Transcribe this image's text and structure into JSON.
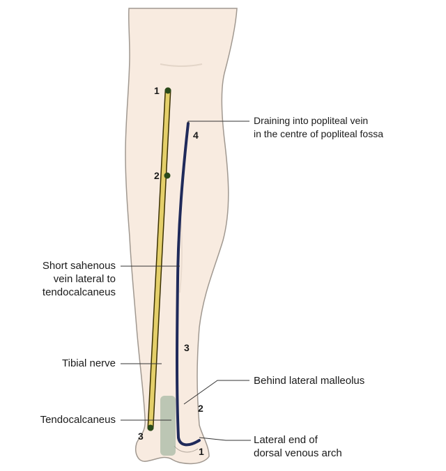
{
  "labels": {
    "drain_line1": "Draining into popliteal vein",
    "drain_line2": "in the centre of popliteal fossa",
    "short_line1": "Short sahenous",
    "short_line2": "vein lateral to",
    "short_line3": "tendocalcaneus",
    "tibial": "Tibial nerve",
    "behind": "Behind lateral malleolus",
    "tendo": "Tendocalcaneus",
    "lateral_line1": "Lateral end of",
    "lateral_line2": "dorsal venous arch"
  },
  "markers": {
    "nerve": [
      "1",
      "2",
      "3"
    ],
    "vein": [
      "1",
      "2",
      "3",
      "4"
    ]
  },
  "colors": {
    "skin": "#f8ebe0",
    "skin_outline": "#a09890",
    "nerve_fill": "#e4cf6a",
    "nerve_outline": "#3a3000",
    "vein": "#1f2a5a",
    "tendon": "#8aa890",
    "leader": "#333333",
    "dot": "#2a4a1a"
  }
}
